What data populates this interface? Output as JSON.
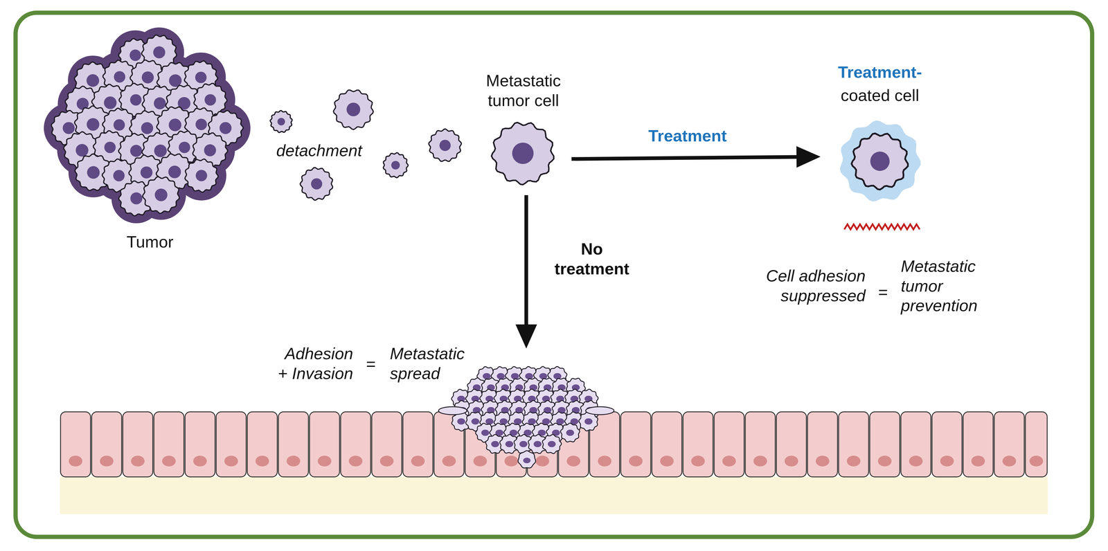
{
  "diagram": {
    "nodes": [
      {
        "text": [
          "Tumor"
        ]
      },
      {
        "text": [
          "Metastatic tumor cell"
        ]
      },
      {
        "text": [
          "Treatment-",
          "coated cell"
        ]
      },
      {
        "text": [
          "Adhesion + Invasion",
          "=",
          "Metastatic spread"
        ]
      }
    ],
    "edges": [
      {
        "from": 1,
        "to": 2,
        "arrow": "to",
        "label": "Treatment"
      },
      {
        "from": 1,
        "to": 3,
        "arrow": "to",
        "label": "No treatment"
      }
    ],
    "labels": [
      "detachment",
      "Cell adhesion suppressed",
      "=",
      "Metastatic tumor prevention"
    ]
  }
}
